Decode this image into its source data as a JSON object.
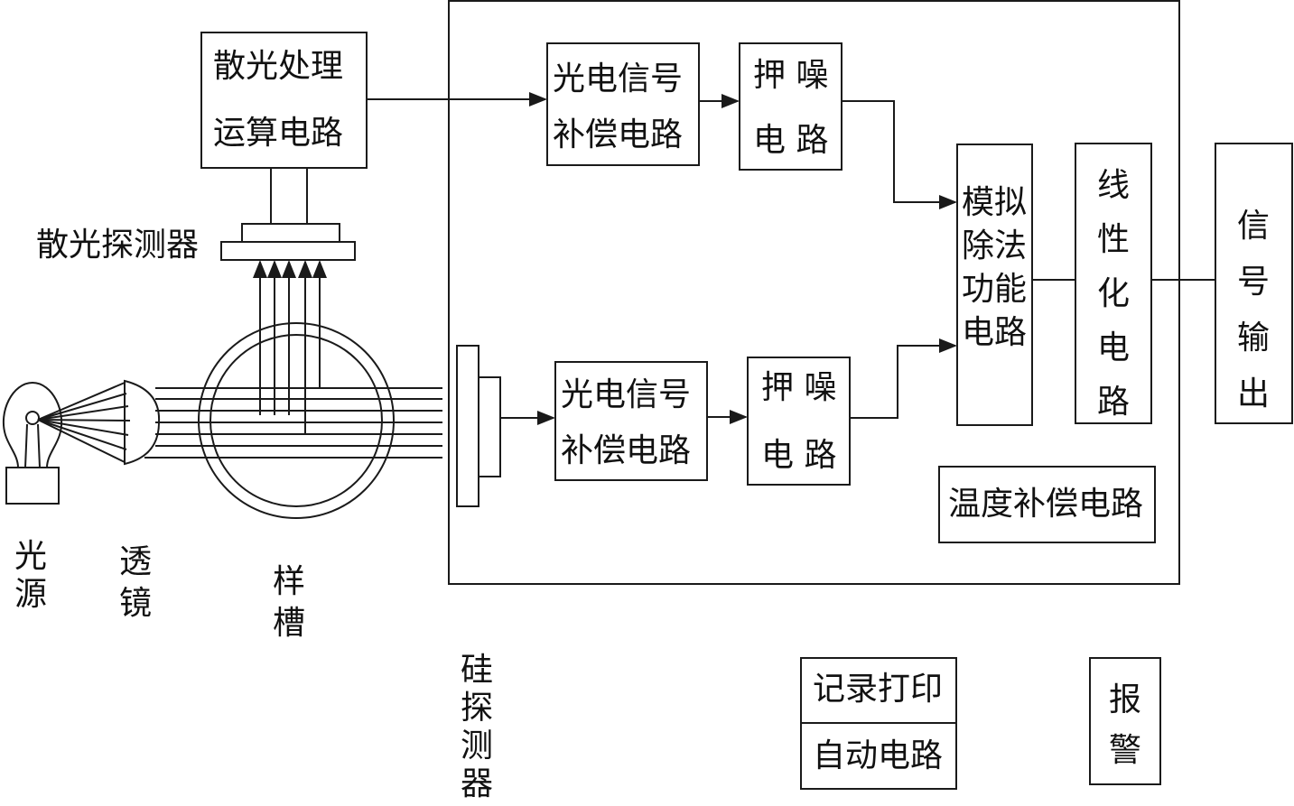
{
  "colors": {
    "stroke": "#1a1a1a",
    "text": "#111111",
    "background": "#ffffff"
  },
  "scatter_circuit": {
    "line1": "散光处理",
    "line2": "运算电路"
  },
  "scatter_detector": "散光探测器",
  "pe_comp_top": {
    "line1": "光电信号",
    "line2": "补偿电路"
  },
  "noise_top": {
    "line1": "押 噪",
    "line2": "电 路"
  },
  "pe_comp_bottom": {
    "line1": "光电信号",
    "line2": "补偿电路"
  },
  "noise_bottom": {
    "line1": "押 噪",
    "line2": "电 路"
  },
  "divider": "模拟除法功能电路",
  "linearizer": "线性化电路",
  "signal_output": "信号输出",
  "temp_comp": "温度补偿电路",
  "recorder": {
    "line1": "记录打印",
    "line2": "自动电路"
  },
  "alarm": "报警",
  "light_source": "光源",
  "lens": "透镜",
  "sample_cell": "样槽",
  "si_detector": "硅探测器"
}
